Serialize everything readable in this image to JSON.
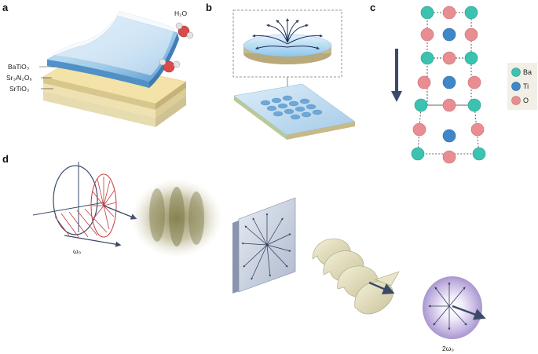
{
  "panels": {
    "a": {
      "letter": "a",
      "molecule_label": "H₂O",
      "layer_labels": [
        "BaTiO₃",
        "Sr₃Al₂O₆",
        "SrTiO₃"
      ]
    },
    "b": {
      "letter": "b"
    },
    "c": {
      "letter": "c",
      "legend": [
        {
          "label": "Ba",
          "color": "#3cc2b0"
        },
        {
          "label": "Ti",
          "color": "#3f87c8"
        },
        {
          "label": "O",
          "color": "#e88d92"
        }
      ]
    },
    "d": {
      "letter": "d",
      "omega_label": "ω₀",
      "omega2_label": "2ω₀"
    }
  },
  "colors": {
    "film_blue": "#a9d3ef",
    "substrate_yellow": "#f3e3a8",
    "ba_teal": "#3cc2b0",
    "ti_blue": "#3f87c8",
    "o_pink": "#e88d92",
    "arrow_navy": "#3b4a68",
    "beam_olive": "#9c9a6a",
    "purple_glow": "#b8a6d8"
  }
}
